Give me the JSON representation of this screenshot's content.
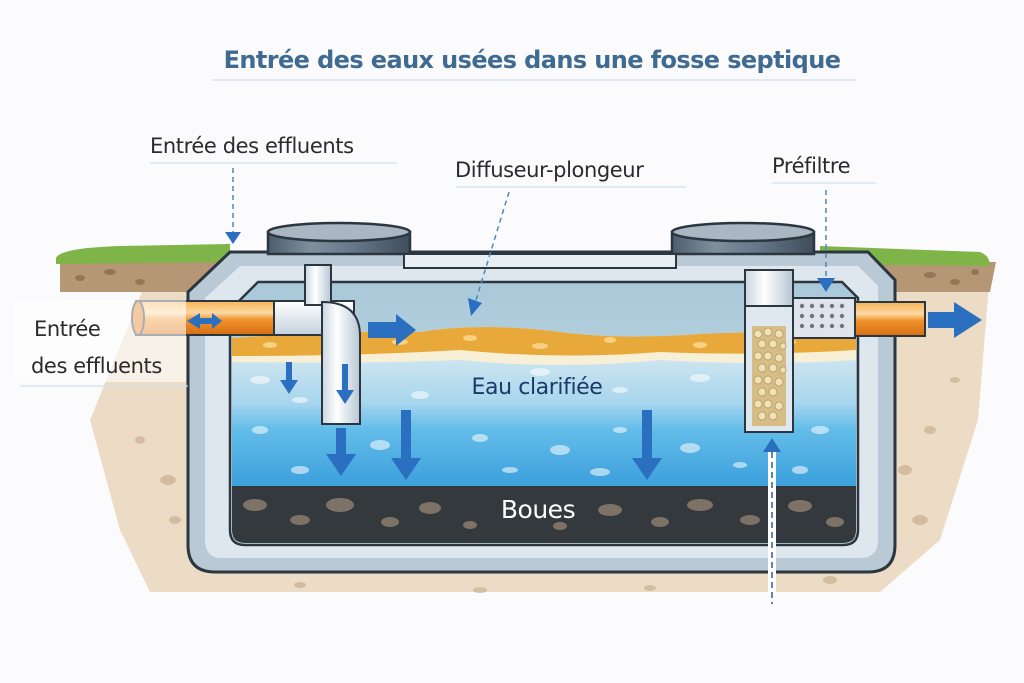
{
  "title": "Entrée des eaux usées dans une fosse septique",
  "labels": {
    "inlet_top": "Entrée des effluents",
    "diffuser": "Diffuseur-plongeur",
    "prefilter": "Préfiltre",
    "inlet_side_line1": "Entrée",
    "inlet_side_line2": "des effluents",
    "clarified_water": "Eau clarifiée",
    "sludge": "Boues"
  },
  "icons": {
    "flow_arrow": "blue-arrow",
    "leader_arrow": "dashed-leader-arrow"
  },
  "colors": {
    "title": "#3f6b93",
    "label_text": "#2b2b2b",
    "water_light": "#bcdcea",
    "water_deep": "#5ab2e0",
    "scum": "#e8a93a",
    "sludge": "#2f3437",
    "pipe_orange": "#f0922a",
    "tank_shell": "#aebfcc",
    "arrow_blue": "#2a6fc0",
    "grass": "#7cb342",
    "soil": "#a8876a",
    "sand": "#e6d6bf"
  }
}
